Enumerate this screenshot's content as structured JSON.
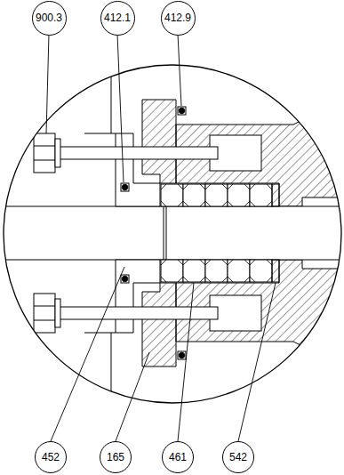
{
  "diagram": {
    "nodes": [
      {
        "text": [
          "900.3"
        ]
      },
      {
        "text": [
          "412.1"
        ]
      },
      {
        "text": [
          "412.9"
        ]
      },
      {
        "text": [
          "452"
        ]
      },
      {
        "text": [
          "165"
        ]
      },
      {
        "text": [
          "461"
        ]
      },
      {
        "text": [
          "542"
        ]
      }
    ]
  }
}
